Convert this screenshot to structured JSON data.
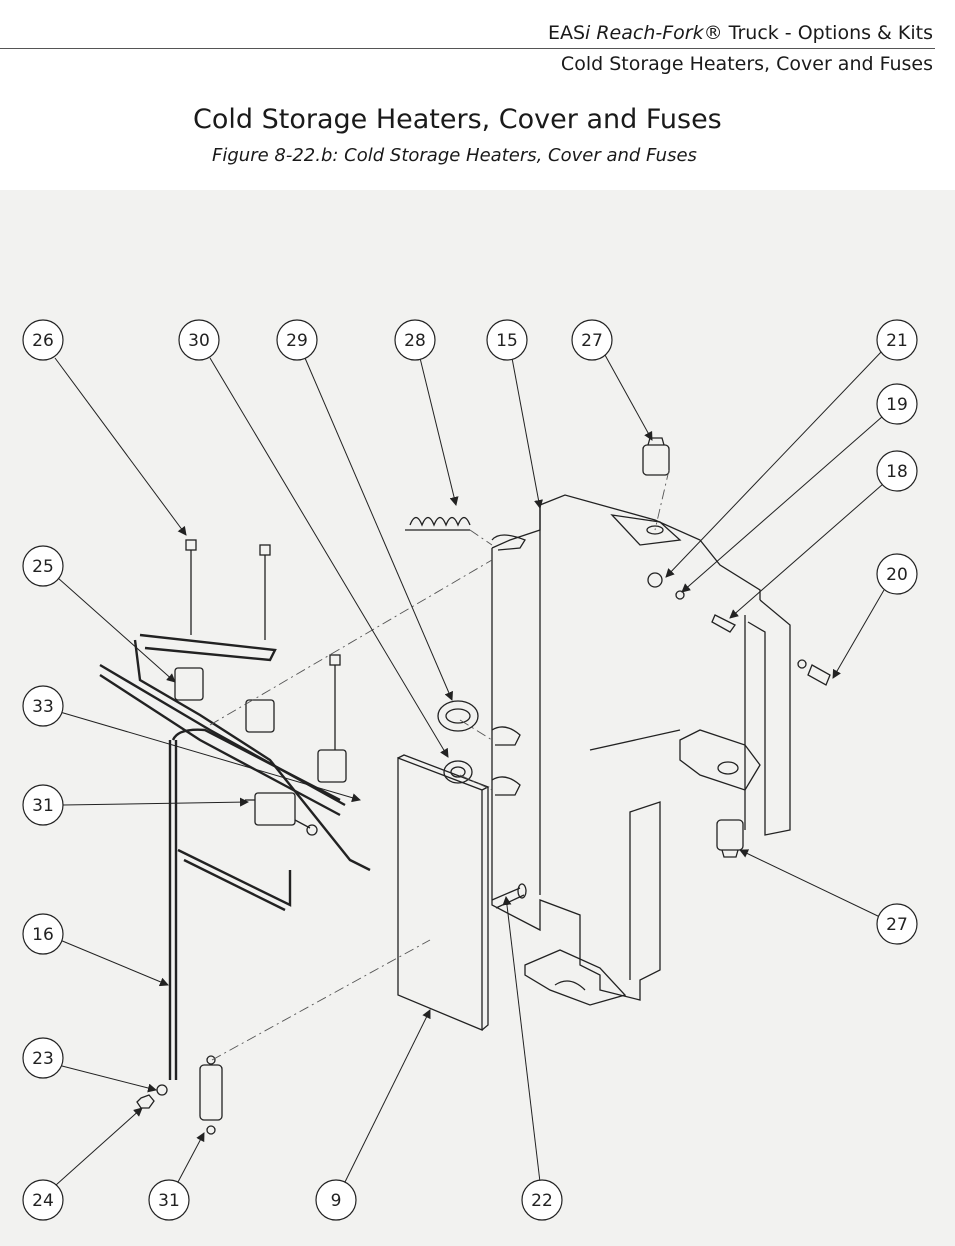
{
  "header": {
    "product_prefix": "EAS",
    "product_italic_i": "i",
    "product_model": "Reach-Fork",
    "product_suffix": "® Truck - Options & Kits",
    "section": "Cold Storage Heaters, Cover and Fuses"
  },
  "page_title": "Cold Storage Heaters, Cover and Fuses",
  "figure_caption": "Figure 8-22.b: Cold Storage Heaters, Cover and Fuses",
  "callouts": [
    "26",
    "30",
    "29",
    "28",
    "15",
    "27",
    "21",
    "19",
    "18",
    "25",
    "20",
    "33",
    "31",
    "16",
    "27",
    "23",
    "24",
    "31",
    "9",
    "22"
  ]
}
